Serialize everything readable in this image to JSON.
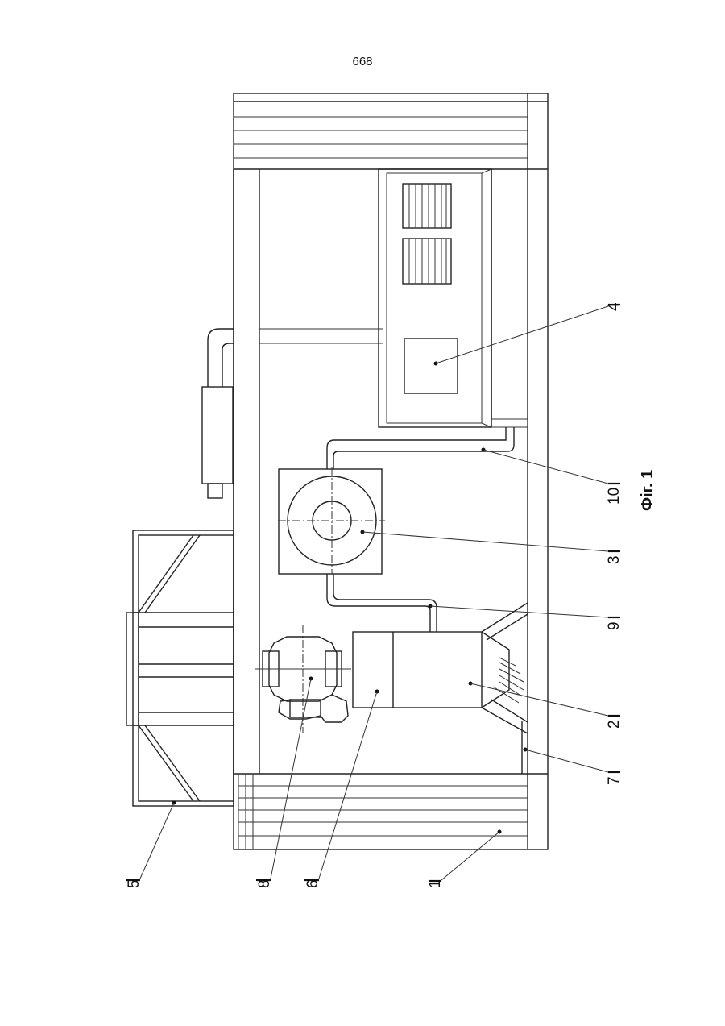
{
  "page_number": "668",
  "figure_caption": "Фіг. 1",
  "callouts": [
    {
      "id": "1",
      "label": "1"
    },
    {
      "id": "2",
      "label": "2"
    },
    {
      "id": "3",
      "label": "3"
    },
    {
      "id": "4",
      "label": "4"
    },
    {
      "id": "5",
      "label": "5"
    },
    {
      "id": "6",
      "label": "6"
    },
    {
      "id": "7",
      "label": "7"
    },
    {
      "id": "8",
      "label": "8"
    },
    {
      "id": "9",
      "label": "9"
    },
    {
      "id": "10",
      "label": "10"
    }
  ]
}
